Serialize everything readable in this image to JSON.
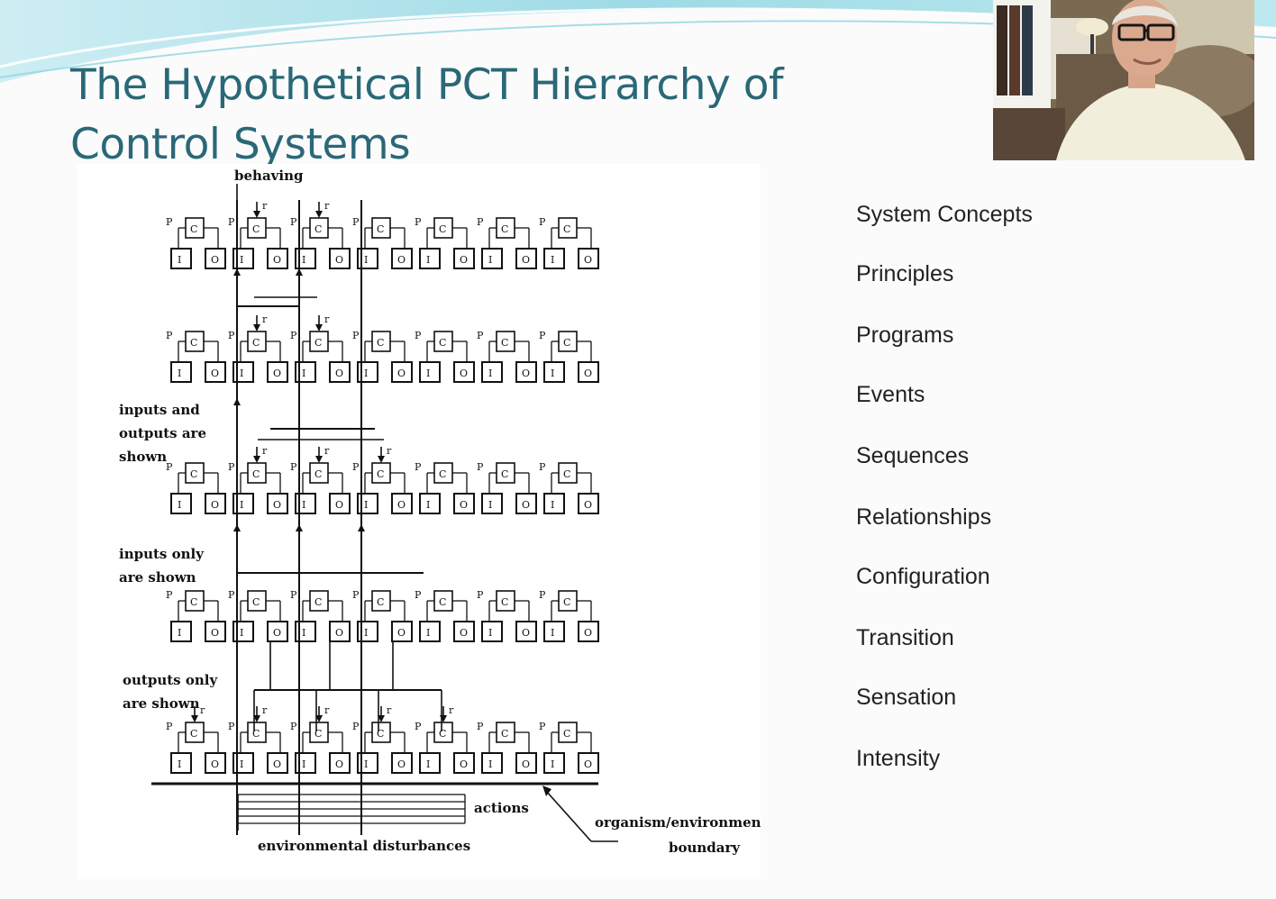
{
  "slide": {
    "title_line1": "The Hypothetical PCT Hierarchy of",
    "title_line2": "Control Systems"
  },
  "diagram": {
    "label_top": "behaving",
    "label_inputs_outputs": [
      "inputs and",
      "outputs are",
      "shown"
    ],
    "label_inputs_only": [
      "inputs only",
      "are shown"
    ],
    "label_outputs_only": [
      "outputs only",
      "are shown"
    ],
    "label_actions": "actions",
    "label_boundary": [
      "organism/environment",
      "boundary"
    ],
    "label_disturbances": "environmental disturbances",
    "unit_labels": {
      "perception": "P",
      "comparator": "C",
      "input": "I",
      "output": "O",
      "reference": "r"
    }
  },
  "levels": [
    "System Concepts",
    "Principles",
    "Programs",
    "Events",
    "Sequences",
    "Relationships",
    "Configuration",
    "Transition",
    "Sensation",
    "Intensity"
  ],
  "webcam": {
    "icon": "video-feed-person"
  },
  "colors": {
    "title": "#2a6878",
    "swoosh": "#6ec8d8",
    "text": "#222222"
  }
}
